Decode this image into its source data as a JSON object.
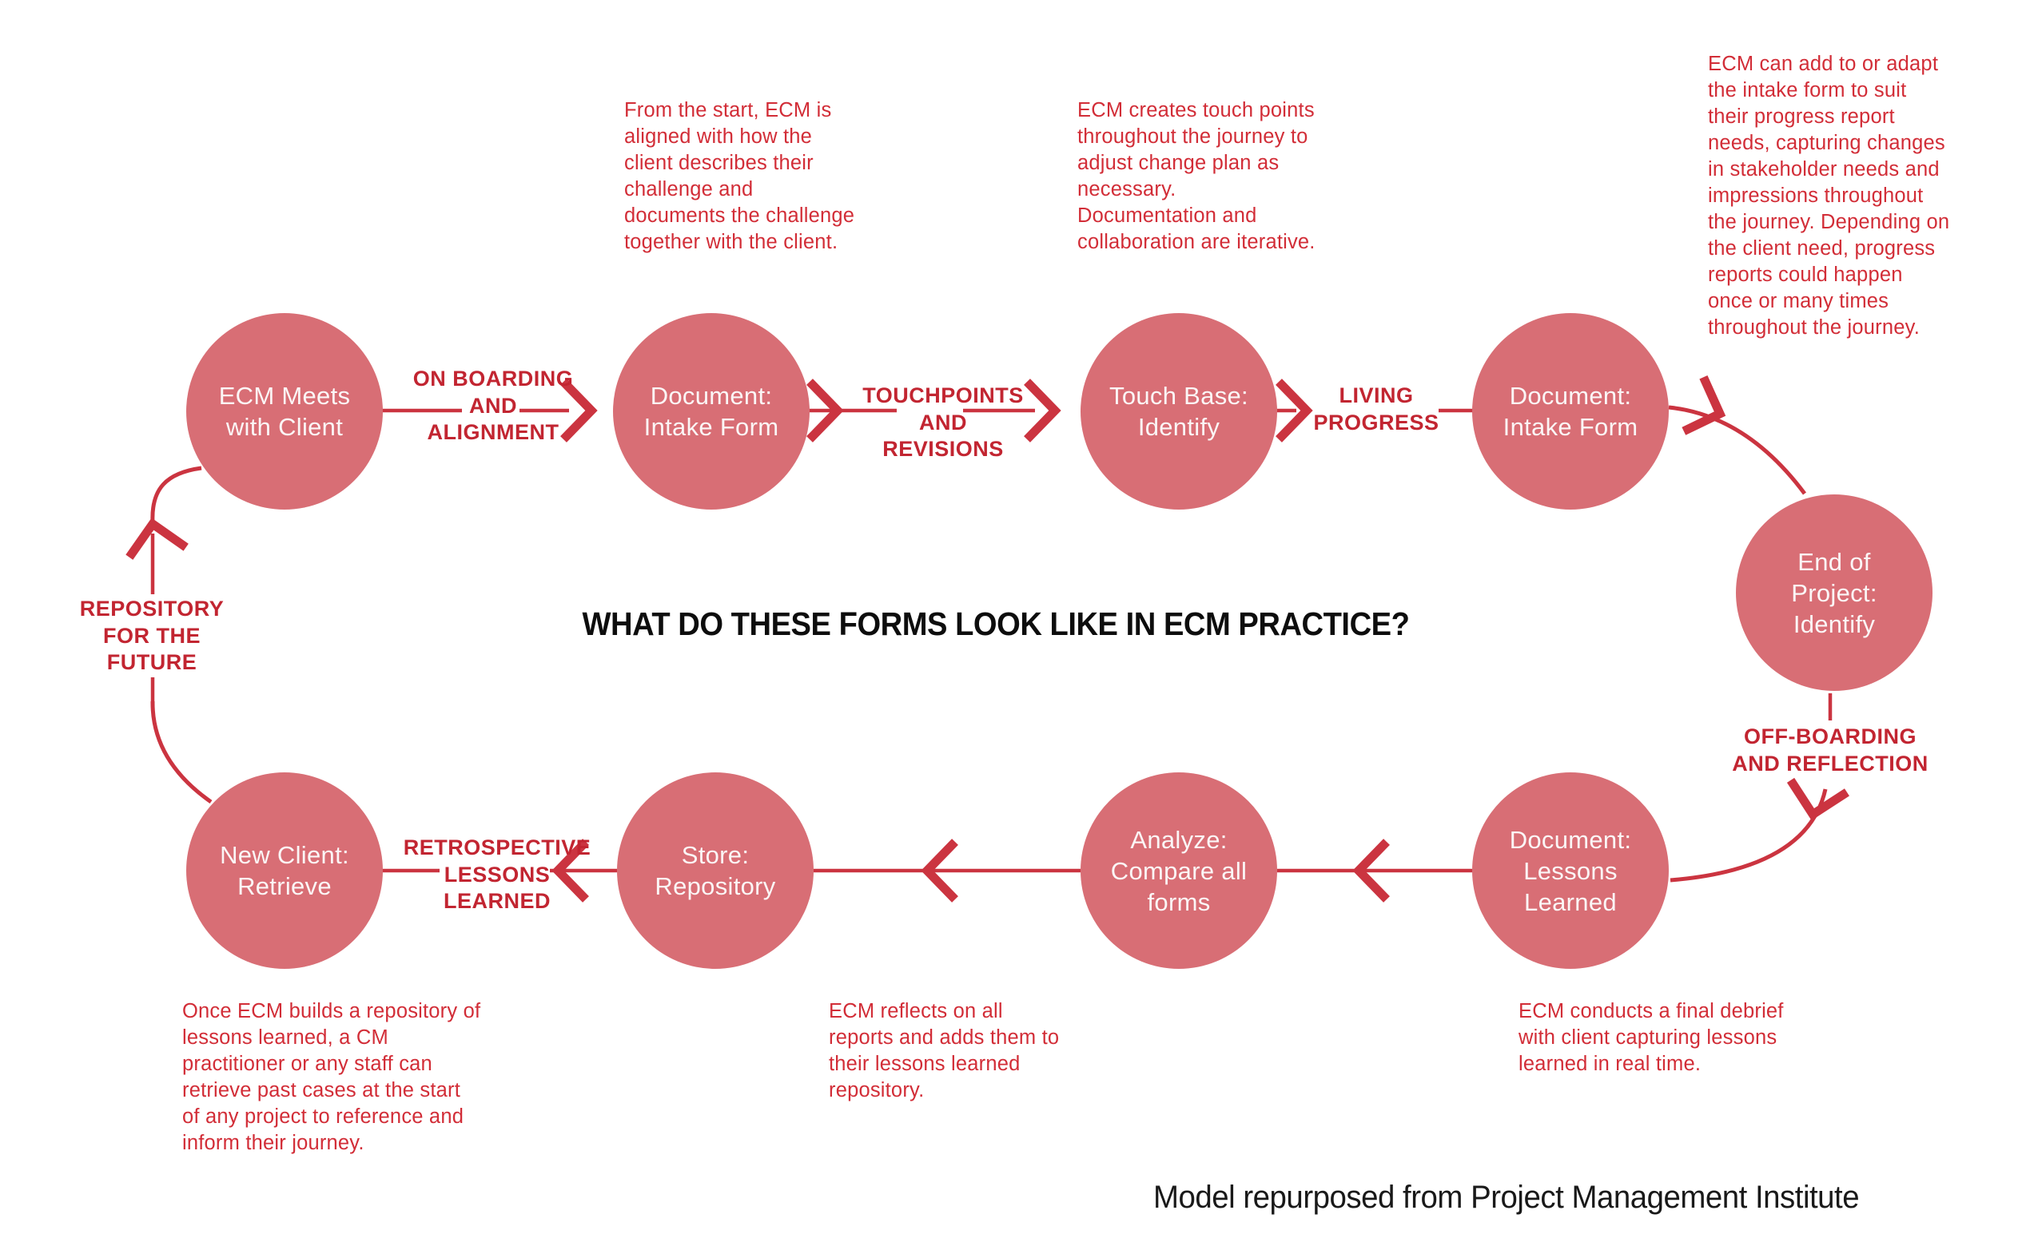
{
  "title": "WHAT DO THESE FORMS LOOK LIKE IN ECM PRACTICE?",
  "credit": "Model repurposed from Project Management Institute",
  "colors": {
    "circle_fill": "#d86e75",
    "arrow_red": "#cb3440",
    "label_red": "#c22531",
    "annotation_red": "#d22d37",
    "title_black": "#0d0d0d"
  },
  "nodes": [
    {
      "id": "ecm-meets-with-client",
      "label": "ECM Meets\nwith Client"
    },
    {
      "id": "document-intake-form-1",
      "label": "Document:\nIntake Form"
    },
    {
      "id": "touch-base-identify",
      "label": "Touch Base:\nIdentify"
    },
    {
      "id": "document-intake-form-2",
      "label": "Document:\nIntake Form"
    },
    {
      "id": "end-of-project-identify",
      "label": "End of\nProject:\nIdentify"
    },
    {
      "id": "document-lessons-learned",
      "label": "Document:\nLessons\nLearned"
    },
    {
      "id": "analyze-compare-all-forms",
      "label": "Analyze:\nCompare all\nforms"
    },
    {
      "id": "store-repository",
      "label": "Store:\nRepository"
    },
    {
      "id": "new-client-retrieve",
      "label": "New Client:\nRetrieve"
    }
  ],
  "connector_labels": [
    {
      "id": "onboarding",
      "text": "ON BOARDING\nAND\nALIGNMENT"
    },
    {
      "id": "touchpoints",
      "text": "TOUCHPOINTS\nAND\nREVISIONS"
    },
    {
      "id": "living-progress",
      "text": "LIVING\nPROGRESS"
    },
    {
      "id": "off-boarding",
      "text": "OFF-BOARDING\nAND REFLECTION"
    },
    {
      "id": "retrospective",
      "text": "RETROSPECTIVE\nLESSONS\nLEARNED"
    },
    {
      "id": "repository-future",
      "text": "REPOSITORY\nFOR THE\nFUTURE"
    }
  ],
  "annotations": [
    {
      "id": "intake-note",
      "text": "From the start, ECM is\naligned with how the\nclient describes their\nchallenge and\ndocuments the challenge\ntogether with the client."
    },
    {
      "id": "touchpoints-note",
      "text": "ECM creates touch points\nthroughout the journey to\nadjust change plan as\nnecessary.\nDocumentation and\ncollaboration are iterative."
    },
    {
      "id": "progress-report-note",
      "text": "ECM can add to or adapt\nthe intake form to suit\ntheir progress report\nneeds, capturing changes\nin stakeholder needs and\nimpressions throughout\nthe journey. Depending on\nthe client need, progress\nreports could happen\nonce or many times\nthroughout the journey."
    },
    {
      "id": "repository-note",
      "text": "Once ECM builds a repository of\nlessons learned, a CM\npractitioner or any staff can\nretrieve past cases at the start\nof any project to reference and\ninform their journey."
    },
    {
      "id": "reflects-note",
      "text": "ECM reflects on all\nreports and adds them to\ntheir lessons learned\nrepository."
    },
    {
      "id": "debrief-note",
      "text": "ECM conducts a final debrief\nwith client capturing lessons\nlearned in real time."
    }
  ]
}
